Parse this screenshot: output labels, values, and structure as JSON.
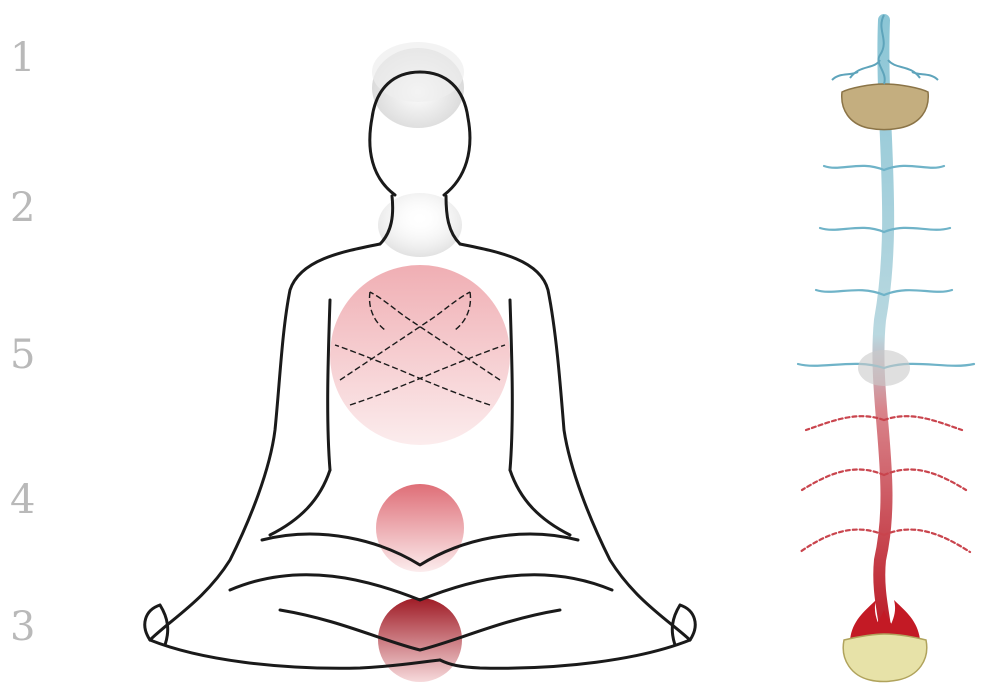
{
  "labels": [
    "1",
    "2",
    "5",
    "4",
    "3"
  ],
  "colors": {
    "label": "#b9b9b9",
    "outline": "#1a1a1a",
    "crown": "#d8d8d8",
    "throat": "#e2e2e2",
    "heart": "#eca7ad",
    "navel": "#df6f77",
    "root": "#a3141f",
    "tree_blue": "#6fb3c8",
    "tree_red": "#c22630",
    "tree_vase": "#b8a074"
  },
  "icons": {
    "figure": "seated-meditation-figure",
    "tree": "energy-channel-tree"
  }
}
